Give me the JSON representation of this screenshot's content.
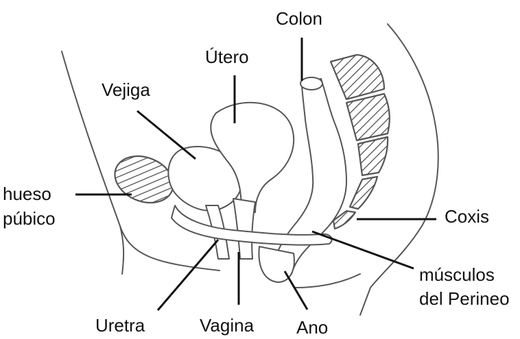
{
  "labels": {
    "colon": "Colon",
    "utero": "Útero",
    "vejiga": "Vejiga",
    "hueso_line1": "hueso",
    "hueso_line2": "púbico",
    "coxis": "Coxis",
    "musculos_line1": "músculos",
    "musculos_line2": "del Perineo",
    "uretra": "Uretra",
    "vagina": "Vagina",
    "ano": "Ano"
  },
  "colors": {
    "line": "#111111",
    "outline": "#555555",
    "hatch": "#444444",
    "background": "#ffffff"
  }
}
